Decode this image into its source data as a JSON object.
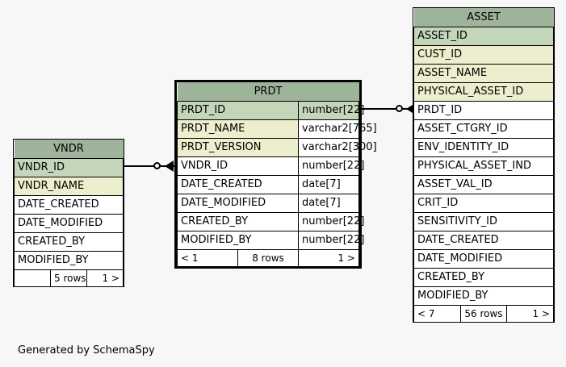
{
  "diagram": {
    "caption": "Generated by SchemaSpy",
    "background_color": "#f7f7f7",
    "header_color": "#9eb49a",
    "primary_key_color": "#c3d6ba",
    "index_color": "#edeecd",
    "plain_color": "#ffffff",
    "line_color": "#000000"
  },
  "tables": {
    "vndr": {
      "name": "VNDR",
      "columns": [
        {
          "name": "VNDR_ID",
          "type": "",
          "kind": "pk"
        },
        {
          "name": "VNDR_NAME",
          "type": "",
          "kind": "index"
        },
        {
          "name": "DATE_CREATED",
          "type": "",
          "kind": "plain"
        },
        {
          "name": "DATE_MODIFIED",
          "type": "",
          "kind": "plain"
        },
        {
          "name": "CREATED_BY",
          "type": "",
          "kind": "plain"
        },
        {
          "name": "MODIFIED_BY",
          "type": "",
          "kind": "plain"
        }
      ],
      "footer": {
        "left": "",
        "middle": "5 rows",
        "right": "1 >"
      }
    },
    "prdt": {
      "name": "PRDT",
      "focused": true,
      "columns": [
        {
          "name": "PRDT_ID",
          "type": "number[22]",
          "kind": "pk"
        },
        {
          "name": "PRDT_NAME",
          "type": "varchar2[765]",
          "kind": "index"
        },
        {
          "name": "PRDT_VERSION",
          "type": "varchar2[300]",
          "kind": "index"
        },
        {
          "name": "VNDR_ID",
          "type": "number[22]",
          "kind": "plain"
        },
        {
          "name": "DATE_CREATED",
          "type": "date[7]",
          "kind": "plain"
        },
        {
          "name": "DATE_MODIFIED",
          "type": "date[7]",
          "kind": "plain"
        },
        {
          "name": "CREATED_BY",
          "type": "number[22]",
          "kind": "plain"
        },
        {
          "name": "MODIFIED_BY",
          "type": "number[22]",
          "kind": "plain"
        }
      ],
      "footer": {
        "left": "< 1",
        "middle": "8 rows",
        "right": "1 >"
      }
    },
    "asset": {
      "name": "ASSET",
      "columns": [
        {
          "name": "ASSET_ID",
          "type": "",
          "kind": "pk"
        },
        {
          "name": "CUST_ID",
          "type": "",
          "kind": "index"
        },
        {
          "name": "ASSET_NAME",
          "type": "",
          "kind": "index"
        },
        {
          "name": "PHYSICAL_ASSET_ID",
          "type": "",
          "kind": "index"
        },
        {
          "name": "PRDT_ID",
          "type": "",
          "kind": "plain"
        },
        {
          "name": "ASSET_CTGRY_ID",
          "type": "",
          "kind": "plain"
        },
        {
          "name": "ENV_IDENTITY_ID",
          "type": "",
          "kind": "plain"
        },
        {
          "name": "PHYSICAL_ASSET_IND",
          "type": "",
          "kind": "plain"
        },
        {
          "name": "ASSET_VAL_ID",
          "type": "",
          "kind": "plain"
        },
        {
          "name": "CRIT_ID",
          "type": "",
          "kind": "plain"
        },
        {
          "name": "SENSITIVITY_ID",
          "type": "",
          "kind": "plain"
        },
        {
          "name": "DATE_CREATED",
          "type": "",
          "kind": "plain"
        },
        {
          "name": "DATE_MODIFIED",
          "type": "",
          "kind": "plain"
        },
        {
          "name": "CREATED_BY",
          "type": "",
          "kind": "plain"
        },
        {
          "name": "MODIFIED_BY",
          "type": "",
          "kind": "plain"
        }
      ],
      "footer": {
        "left": "< 7",
        "middle": "56 rows",
        "right": "1 >"
      }
    }
  },
  "relationships": [
    {
      "from": "VNDR.VNDR_ID",
      "to": "PRDT.VNDR_ID",
      "from_cardinality": "one-optional",
      "to_cardinality": "many"
    },
    {
      "from": "PRDT.PRDT_ID",
      "to": "ASSET.PRDT_ID",
      "from_cardinality": "one-optional",
      "to_cardinality": "many"
    }
  ]
}
